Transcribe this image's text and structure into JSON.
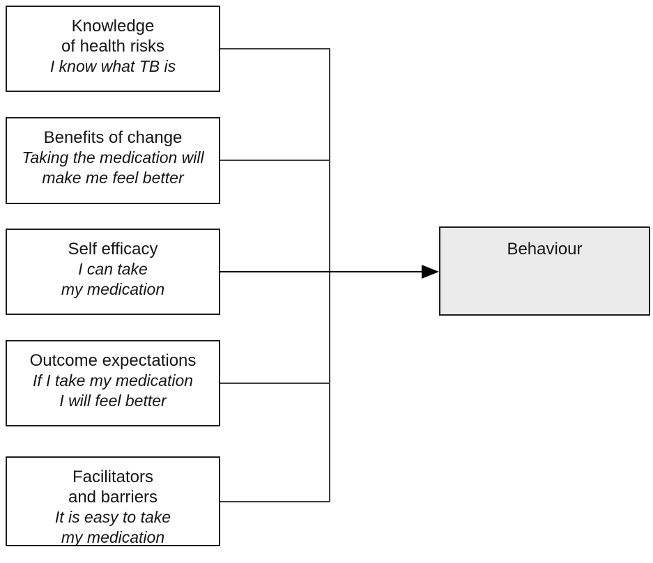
{
  "diagram": {
    "factors": [
      {
        "title_lines": [
          "Knowledge",
          "of health risks"
        ],
        "example_lines": [
          "I know what TB is"
        ]
      },
      {
        "title_lines": [
          "Benefits of change"
        ],
        "example_lines": [
          "Taking the medication will",
          "make me feel better"
        ]
      },
      {
        "title_lines": [
          "Self efficacy"
        ],
        "example_lines": [
          "I can take",
          "my medication"
        ]
      },
      {
        "title_lines": [
          "Outcome expectations"
        ],
        "example_lines": [
          "If I take my medication",
          "I will feel better"
        ]
      },
      {
        "title_lines": [
          "Facilitators",
          "and barriers"
        ],
        "example_lines": [
          "It is easy to take",
          "my medication"
        ]
      }
    ],
    "outcome": {
      "label": "Behaviour"
    },
    "colors": {
      "background": "#ffffff",
      "box_border": "#1c1c1c",
      "factor_fill": "#ffffff",
      "outcome_fill": "#ebebeb",
      "connector_line": "#3d3d3d",
      "arrow": "#000000",
      "text": "#151515"
    }
  }
}
